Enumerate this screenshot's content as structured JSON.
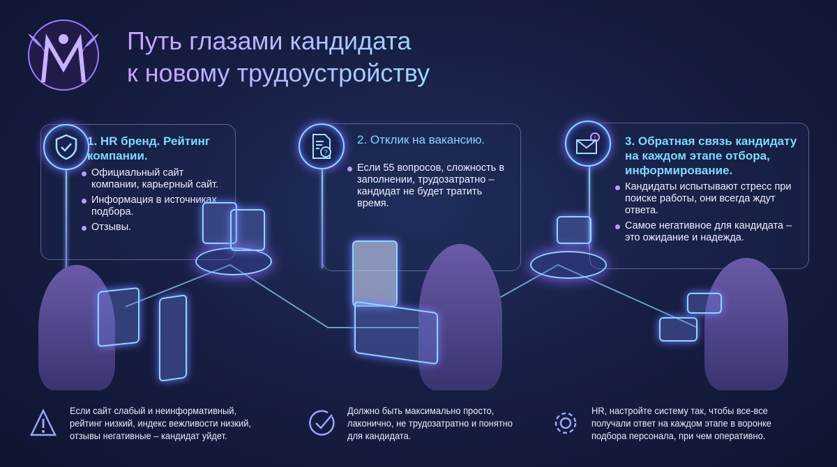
{
  "header": {
    "title_line1": "Путь глазами кандидата",
    "title_line2": "к новому трудоустройству",
    "logo_icon": "winged-m-logo"
  },
  "colors": {
    "accent_cyan": "#7fd8ff",
    "accent_purple": "#b99cff",
    "background": "#171f45"
  },
  "steps": [
    {
      "icon": "shield-check-icon",
      "title": "1. HR бренд. Рейтинг компании.",
      "bullets": [
        "Официальный сайт компании, карьерный сайт.",
        "Информация в источниках подбора.",
        "Отзывы."
      ]
    },
    {
      "icon": "document-question-icon",
      "title": "2. Отклик на вакансию.",
      "bullets": [
        "Если 55 вопросов, сложность в заполнении, трудозатратно – кандидат не будет тратить время."
      ]
    },
    {
      "icon": "envelope-alert-icon",
      "title": "3. Обратная связь кандидату на каждом этапе отбора, информирование.",
      "bullets": [
        "Кандидаты испытывают стресс при поиске работы, они всегда ждут ответа.",
        "Самое негативное для кандидата – это ожидание и надежда."
      ]
    }
  ],
  "notes": [
    {
      "icon": "warning-icon",
      "text": "Если сайт слабый и неинформативный, рейтинг низкий, индекс вежливости низкий, отзывы негативные – кандидат уйдет."
    },
    {
      "icon": "check-circle-icon",
      "text": "Должно быть максимально просто, лаконично, не трудозатратно и понятно для кандидата."
    },
    {
      "icon": "gear-icon",
      "text": "HR, настройте систему так, чтобы все-все получали ответ на каждом этапе в воронке подбора персонала, при чем оперативно."
    }
  ]
}
